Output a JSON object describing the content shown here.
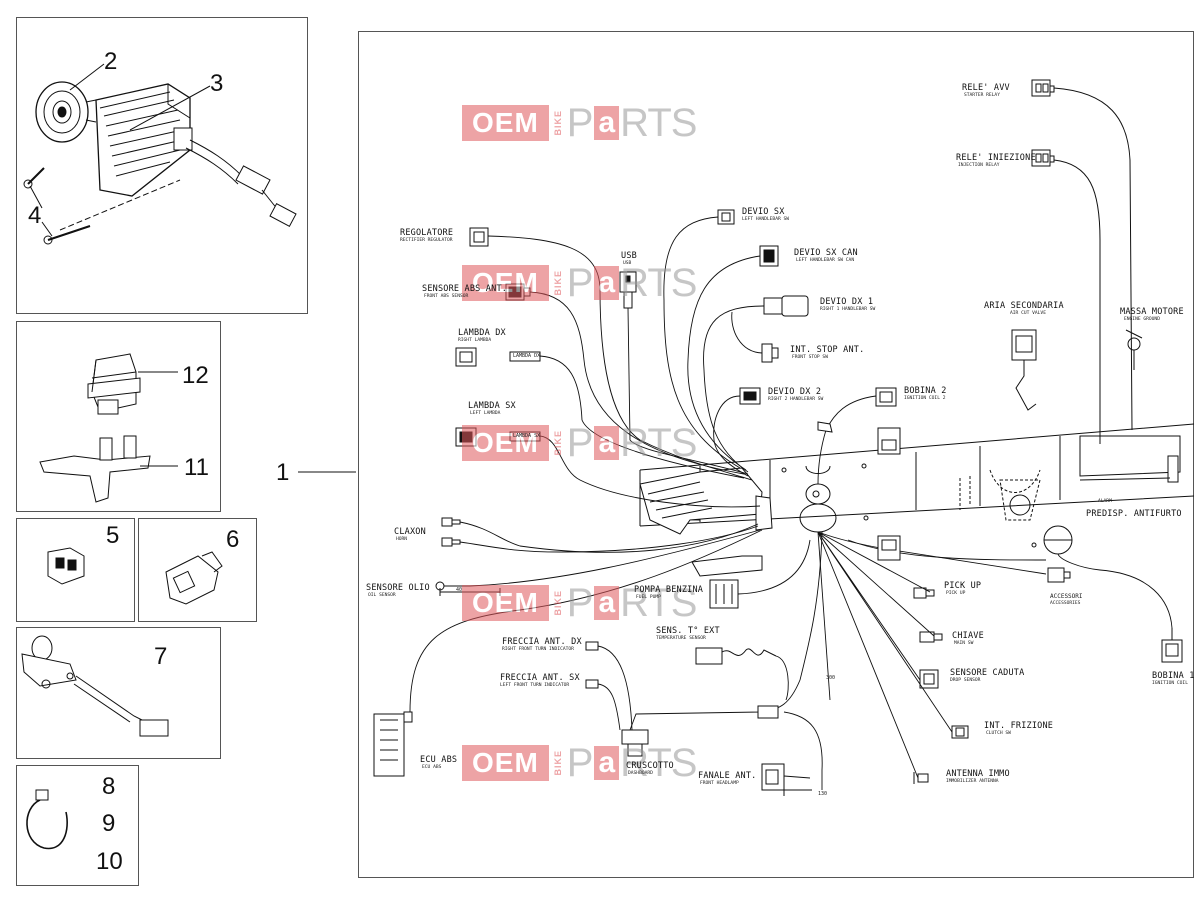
{
  "callouts": {
    "n1": "1",
    "n2": "2",
    "n3": "3",
    "n4": "4",
    "n5": "5",
    "n6": "6",
    "n7": "7",
    "n8": "8",
    "n9": "9",
    "n10": "10",
    "n11": "11",
    "n12": "12"
  },
  "watermark": {
    "oem": "OEM",
    "bike": "BIKE",
    "p": "P",
    "a": "a",
    "rts": "RTS"
  },
  "components": {
    "rele_avv": "RELE' AVV",
    "rele_avv_sub": "STARTER RELAY",
    "rele_inj": "RELE' INIEZIONE",
    "rele_inj_sub": "INJECTION RELAY",
    "devio_sx": "DEVIO SX",
    "devio_sx_sub": "LEFT HANDLEBAR SW",
    "devio_sx_can": "DEVIO SX CAN",
    "devio_sx_can_sub": "LEFT HANDLEBAR SW CAN",
    "regolatore": "REGOLATORE",
    "regolatore_sub": "RECTIFIER REGULATOR",
    "usb": "USB",
    "usb_sub": "USB",
    "sensore_abs": "SENSORE ABS ANT.",
    "sensore_abs_sub": "FRONT ABS SENSOR",
    "devio_dx1": "DEVIO DX 1",
    "devio_dx1_sub": "RIGHT 1 HANDLEBAR SW",
    "aria_sec": "ARIA SECONDARIA",
    "aria_sec_sub": "AIR CUT VALVE",
    "massa": "MASSA MOTORE",
    "massa_sub": "ENGINE GROUND",
    "lambda_dx": "LAMBDA DX",
    "lambda_dx_sub": "RIGHT LAMBDA",
    "lambda_dx_tag": "LAMBDA DX",
    "int_stop": "INT. STOP ANT.",
    "int_stop_sub": "FRONT STOP SW",
    "devio_dx2": "DEVIO DX 2",
    "devio_dx2_sub": "RIGHT 2 HANDLEBAR SW",
    "bobina2": "BOBINA 2",
    "bobina2_sub": "IGNITION COIL 2",
    "lambda_sx": "LAMBDA SX",
    "lambda_sx_sub": "LEFT LAMBDA",
    "lambda_sx_tag": "LAMBDA SX",
    "predisp": "PREDISP. ANTIFURTO",
    "alarm": "ALARM",
    "claxon": "CLAXON",
    "claxon_sub": "HORN",
    "pick_up": "PICK UP",
    "pick_up_sub": "PICK UP",
    "accessori": "ACCESSORI",
    "accessori_sub": "ACCESSORIES",
    "sensore_olio": "SENSORE OLIO",
    "sensore_olio_sub": "OIL SENSOR",
    "pompa": "POMPA BENZINA",
    "pompa_sub": "FUEL PUMP",
    "chiave": "CHIAVE",
    "chiave_sub": "MAIN SW",
    "bobina1": "BOBINA 1",
    "bobina1_sub": "IGNITION COIL",
    "freccia_dx": "FRECCIA ANT. DX",
    "freccia_dx_sub": "RIGHT FRONT TURN INDICATOR",
    "sens_temp": "SENS. T° EXT",
    "sens_temp_sub": "TEMPERATURE SENSOR",
    "freccia_sx": "FRECCIA ANT. SX",
    "freccia_sx_sub": "LEFT FRONT TURN INDICATOR",
    "sensore_caduta": "SENSORE CADUTA",
    "sensore_caduta_sub": "DROP SENSOR",
    "int_frizione": "INT. FRIZIONE",
    "int_frizione_sub": "CLUTCH SW",
    "ecu_abs": "ECU ABS",
    "ecu_abs_sub": "ECU ABS",
    "cruscotto": "CRUSCOTTO",
    "cruscotto_sub": "DASHBOARD",
    "fanale": "FANALE ANT.",
    "fanale_sub": "FRONT HEADLAMP",
    "antenna": "ANTENNA IMMO",
    "antenna_sub": "IMMOBILIZER ANTENNA"
  },
  "dimensions": {
    "d40": "40",
    "d300": "300",
    "d130": "130"
  }
}
